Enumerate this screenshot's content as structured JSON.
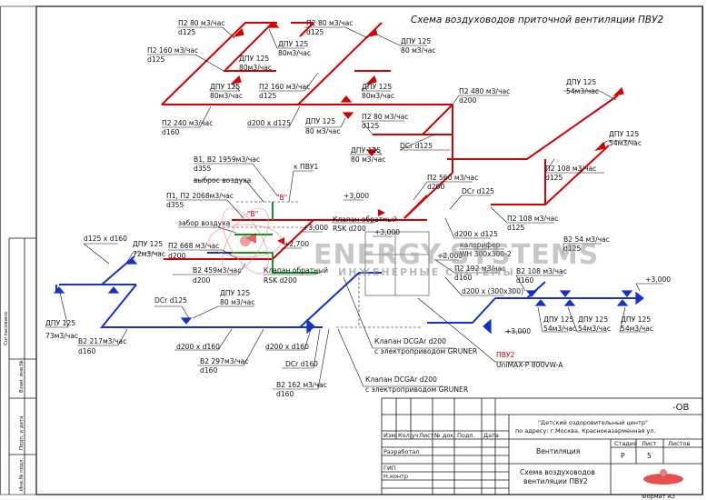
{
  "title": "Схема воздуховодов приточной вентиляции ПВУ2",
  "watermark": {
    "main": "ENERGY-SYSTEMS",
    "sub": "ИНЖЕНЕРНЫЕ СИСТЕМЫ"
  },
  "labels": {
    "p2_80_a": "П2  80 м3/час",
    "d125_a": "d125",
    "p2_80_b": "П2  80 м3/час",
    "d125_b": "d125",
    "dpu_80_a1": "ДПУ 125",
    "dpu_80_a2": "80м3/час",
    "dpu_80_b1": "ДПУ 125",
    "dpu_80_b2": "80 м3/час",
    "p2_160_a": "П2  160 м3/час",
    "d125_c": "d125",
    "dpu_80_c1": "ДПУ 125",
    "dpu_80_c2": "80м3/час",
    "p2_160_b": "П2  160 м3/час",
    "d125_d": "d125",
    "dpu_80_d1": "ДПУ 125",
    "dpu_80_d2": "80м3/час",
    "p2_480": "П2  480 м3/час",
    "d200_a": "d200",
    "dpu_80_e1": "ДПУ 125",
    "dpu_80_e2": "80м3/час",
    "dpu_54_a1": "ДПУ 125",
    "dpu_54_a2": "54м3/час",
    "p2_240": "П2  240 м3/час",
    "d160_a": "d160",
    "d200x125": "d200 x d125",
    "dpu_80_f1": "ДПУ 125",
    "dpu_80_f2": "80 м3/час",
    "p2_80_c": "П2  80 м3/час",
    "d125_e": "d125",
    "dpu_80_g1": "ДПУ 125",
    "dpu_80_g2": "80 м3/час",
    "dcr_125_a": "DCr  d125",
    "dpu_54_b1": "ДПУ 125",
    "dpu_54_b2": "54м3/час",
    "p2_108_a": "П2  108 м3/час",
    "d125_f": "d125",
    "v1v2": "В1, В2  1959м3/час",
    "d355_a": "d355",
    "vybros": "выброс воздуха",
    "k_pvu1": "к ПВУ1",
    "p1p2": "П1, П2  2068м3/час",
    "d355_b": "d355",
    "zabor": "забор воздуха",
    "mark_b_1": "\"В\"",
    "mark_b_2": "\"В\"",
    "p2_560": "П2  560 м3/час",
    "d200_b": "d200",
    "dcr_125_b": "DCr  d125",
    "plus3_a": "+3,000",
    "plus3_b": "+3,000",
    "plus3_c": "+3,000",
    "plus3_d": "+3,000",
    "plus3_e": "+3,000",
    "p2_108_b": "П2  108 м3/час",
    "d125_g": "d125",
    "klapan_rsk_a1": "Клапан обратный",
    "klapan_rsk_a2": "RSK d200",
    "d200xd125": "d200 x d125",
    "kalorifer1": "калорифер",
    "kalorifer2": "WH 300x300-2",
    "plus2700": "+2,700",
    "plus2000": "+2,000",
    "p2_668": "П2  668 м3/час",
    "d200_c": "d200",
    "b2_459": "В2  459м3/час",
    "d200_d": "d200",
    "klapan_rsk_b1": "Клапан обратный",
    "klapan_rsk_b2": "RSK d200",
    "p2_192": "П2  192 м3/час",
    "d160_b": "d160",
    "b2_108": "В2  108 м3/час",
    "d160_c": "d160",
    "b2_54": "В2  54 м3/час",
    "d125_h": "d125",
    "d125xd160": "d125 x d160",
    "dpu_72_1": "ДПУ 125",
    "dpu_72_2": "72м3/час",
    "dpu_73_1": "ДПУ 125",
    "dpu_73_2": "73м3/час",
    "d200x300": "d200 x (300x300)",
    "dcr_125_c": "DCr  d125",
    "dpu_80_h1": "ДПУ 125",
    "dpu_80_h2": "80 м3/час",
    "b2_217": "В2  217м3/час",
    "d160_d": "d160",
    "d200xd160_a": "d200 x d160",
    "d200xd160_b": "d200 x d160",
    "b2_297": "В2  297м3/час",
    "d160_e": "d160",
    "dcr_160": "DCr  d160",
    "b2_162": "В2  162 м3/час",
    "d160_f": "d160",
    "dpu_54_c1": "ДПУ 125",
    "dpu_54_c2": "54м3/час",
    "dpu_54_d1": "ДПУ 125",
    "dpu_54_d2": "54м3/час",
    "dpu_54_e1": "ДПУ 125",
    "dpu_54_e2": "54м3/час",
    "klapan_dcg_a1": "Клапан DCGAr  d200",
    "klapan_dcg_a2": "с электроприводом GRUNER",
    "pvu2": "ПВУ2",
    "pvu2_model": "UniMAX-P 800VW-A",
    "klapan_dcg_b1": "Клапан DCGAr  d200",
    "klapan_dcg_b2": "с электроприводом GRUNER"
  },
  "stamp": {
    "code": "-ОВ",
    "project_line1": "\"Детский оздоровительный центр\"",
    "project_line2": "по адресу: г.Москва, Красноказарменная ул.",
    "section": "Вентиляция",
    "drawing_line1": "Схема воздуховодов",
    "drawing_line2": "вентиляции ПВУ2",
    "col_izm": "Изм.",
    "col_kolu": "Кол.уч",
    "col_list": "Лист",
    "col_ndok": "№ док.",
    "col_podp": "Подп.",
    "col_data": "Дата",
    "razrab": "Разработал",
    "gip": "ГИП",
    "nkontr": "Н.контр",
    "stadia_h": "Стадия",
    "list_h": "Лист",
    "listov_h": "Листов",
    "stadia_v": "Р",
    "list_v": "5",
    "format": "Формат   А3"
  },
  "side_stamp": [
    "Согласовано",
    "Взам. инв.№",
    "Подп. и дата",
    "Инв.№ подл."
  ]
}
